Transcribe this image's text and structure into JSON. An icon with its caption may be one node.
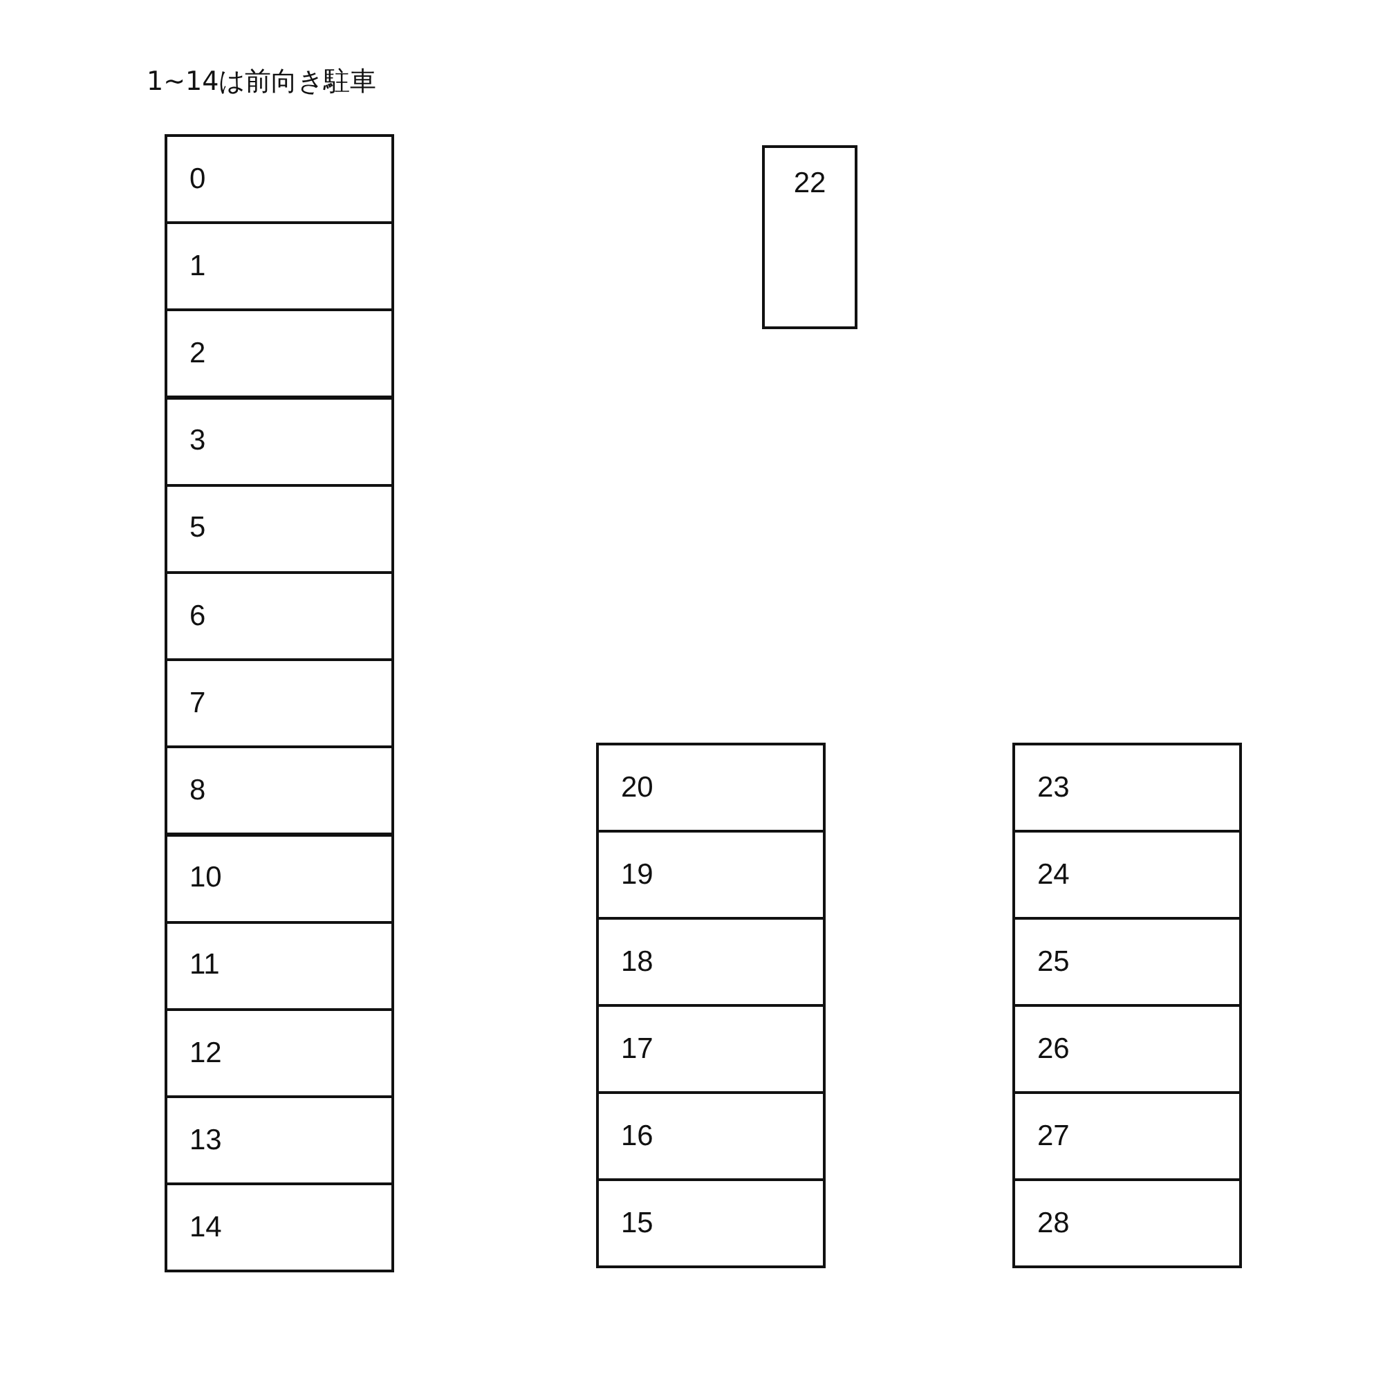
{
  "diagram": {
    "title": "1~14は前向き駐車",
    "nodes": [
      {
        "text": [
          "0"
        ]
      },
      {
        "text": [
          "1"
        ]
      },
      {
        "text": [
          "2"
        ]
      },
      {
        "text": [
          "3"
        ]
      },
      {
        "text": [
          "5"
        ]
      },
      {
        "text": [
          "6"
        ]
      },
      {
        "text": [
          "7"
        ]
      },
      {
        "text": [
          "8"
        ]
      },
      {
        "text": [
          "10"
        ]
      },
      {
        "text": [
          "11"
        ]
      },
      {
        "text": [
          "12"
        ]
      },
      {
        "text": [
          "13"
        ]
      },
      {
        "text": [
          "14"
        ]
      },
      {
        "text": [
          "22"
        ]
      },
      {
        "text": [
          "20"
        ]
      },
      {
        "text": [
          "19"
        ]
      },
      {
        "text": [
          "18"
        ]
      },
      {
        "text": [
          "17"
        ]
      },
      {
        "text": [
          "16"
        ]
      },
      {
        "text": [
          "15"
        ]
      },
      {
        "text": [
          "23"
        ]
      },
      {
        "text": [
          "24"
        ]
      },
      {
        "text": [
          "25"
        ]
      },
      {
        "text": [
          "26"
        ]
      },
      {
        "text": [
          "27"
        ]
      },
      {
        "text": [
          "28"
        ]
      }
    ]
  }
}
